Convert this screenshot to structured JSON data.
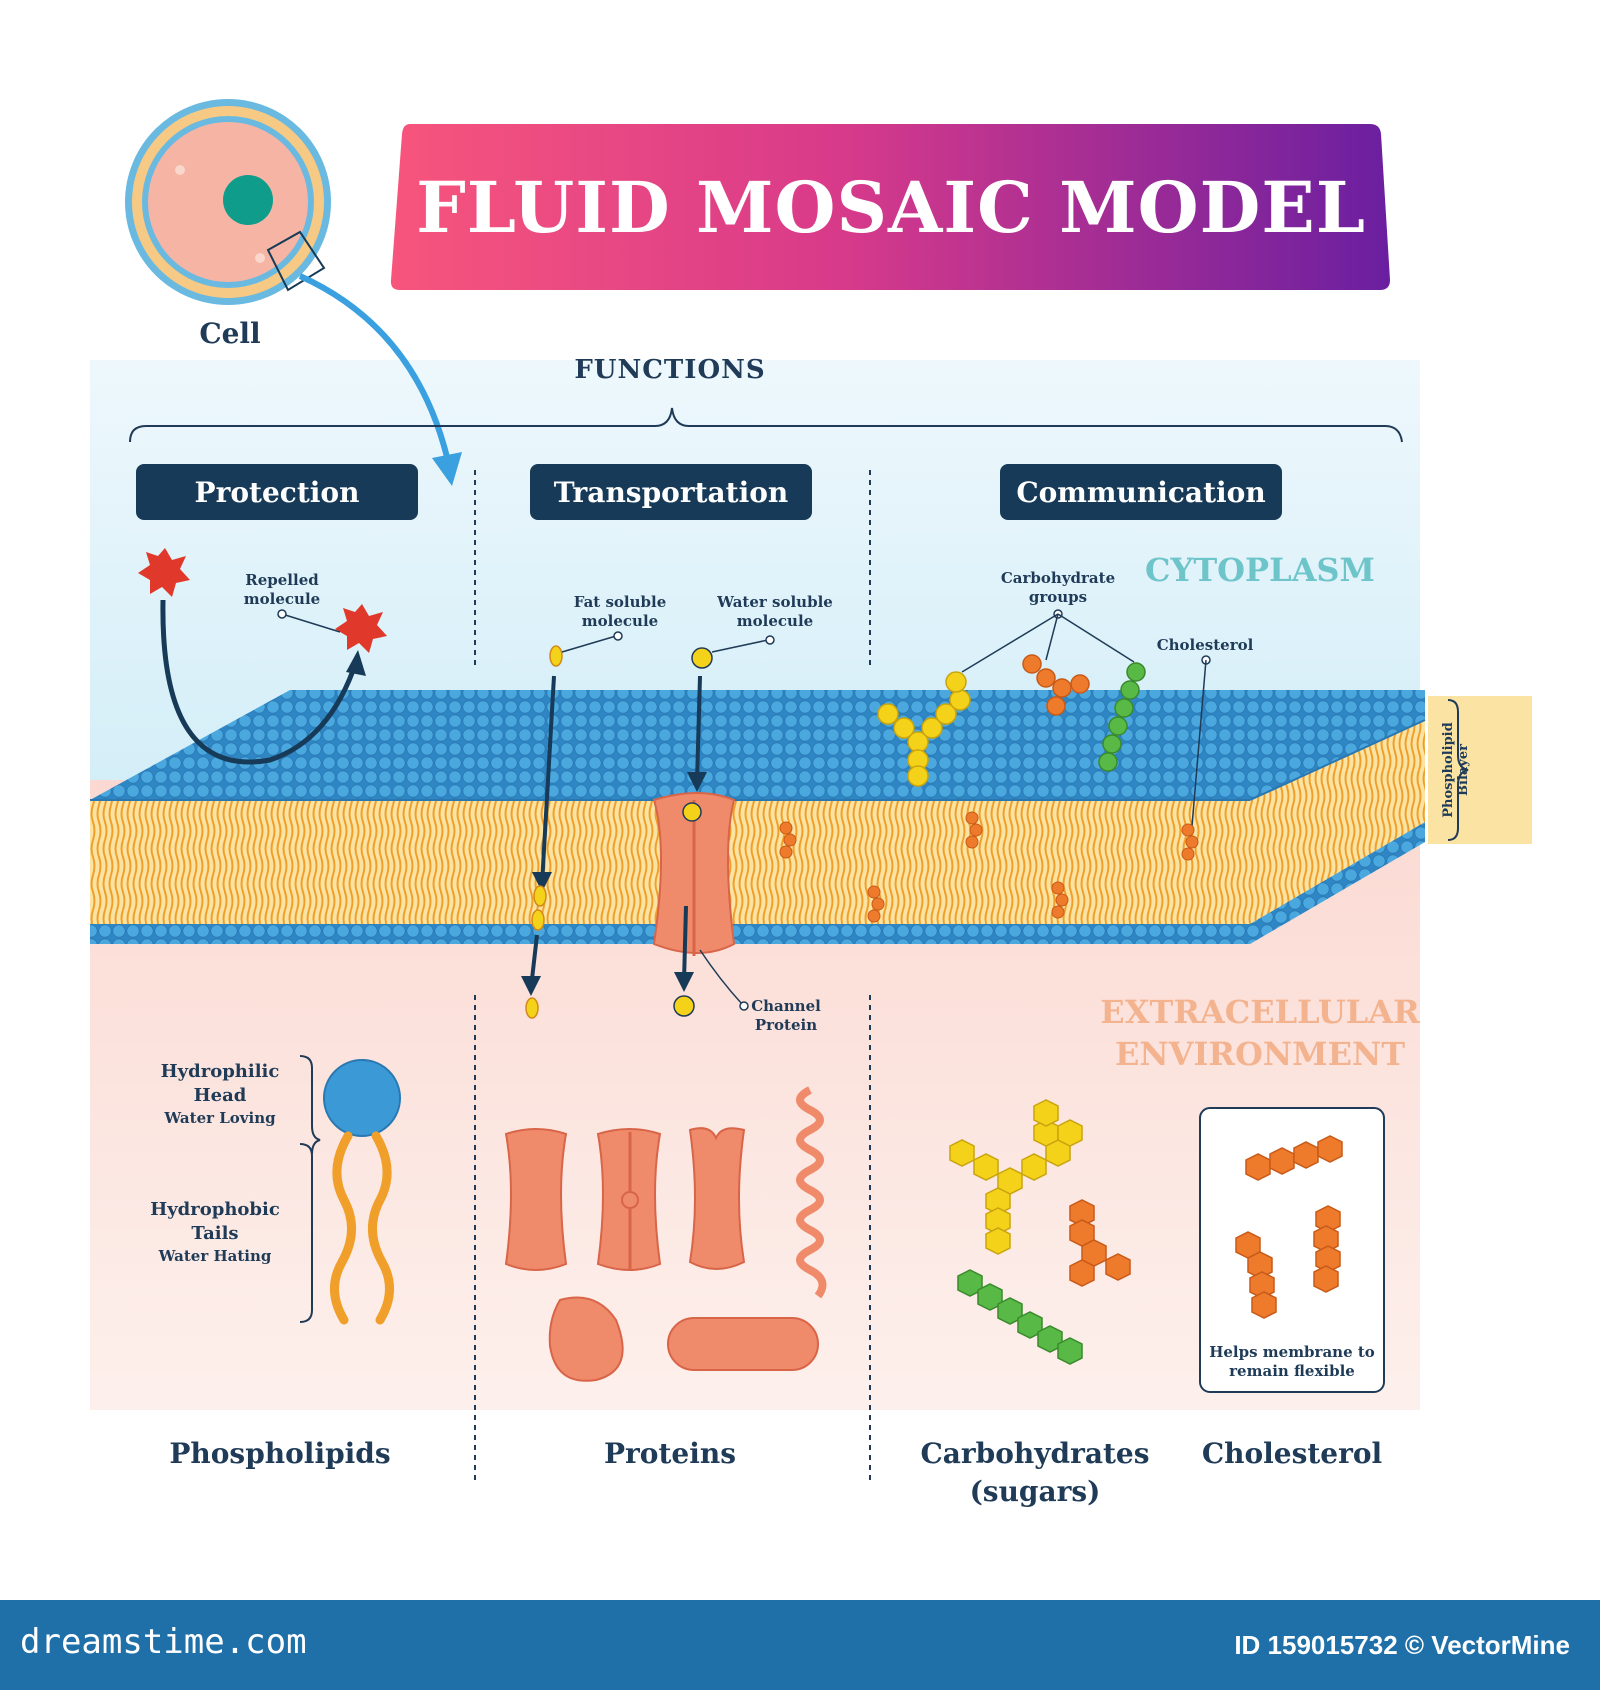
{
  "title": "FLUID MOSAIC MODEL",
  "cell_label": "Cell",
  "functions_label": "FUNCTIONS",
  "functions": [
    {
      "label": "Protection"
    },
    {
      "label": "Transportation"
    },
    {
      "label": "Communication"
    }
  ],
  "regions": {
    "cytoplasm": "CYTOPLASM",
    "extracellular_line1": "EXTRACELLULAR",
    "extracellular_line2": "ENVIRONMENT"
  },
  "annotations": {
    "repelled_line1": "Repelled",
    "repelled_line2": "molecule",
    "fat_line1": "Fat soluble",
    "fat_line2": "molecule",
    "water_line1": "Water soluble",
    "water_line2": "molecule",
    "carb_line1": "Carbohydrate",
    "carb_line2": "groups",
    "cholesterol": "Cholesterol",
    "channel_line1": "Channel",
    "channel_line2": "Protein",
    "bilayer_line1": "Phospholipid",
    "bilayer_line2": "Bilayer"
  },
  "phospholipid_parts": {
    "head_line1": "Hydrophilic",
    "head_line2": "Head",
    "head_line3": "Water Loving",
    "tail_line1": "Hydrophobic",
    "tail_line2": "Tails",
    "tail_line3": "Water Hating"
  },
  "cholesterol_note_line1": "Helps membrane to",
  "cholesterol_note_line2": "remain flexible",
  "components": {
    "phospholipids": "Phospholipids",
    "proteins": "Proteins",
    "carbs_line1": "Carbohydrates",
    "carbs_line2": "(sugars)",
    "cholesterol": "Cholesterol"
  },
  "footer": {
    "site": "dreamstime.com",
    "id": "ID 159015732 © VectorMine"
  },
  "colors": {
    "navy": "#163a57",
    "cytoplasm": "#6ec5c9",
    "extracellular": "#f4b38f",
    "head_blue": "#3b9ad6",
    "tail_orange": "#f0a02a",
    "protein": "#ef8a6b",
    "yellow": "#f5d21a",
    "green": "#58b947"
  }
}
